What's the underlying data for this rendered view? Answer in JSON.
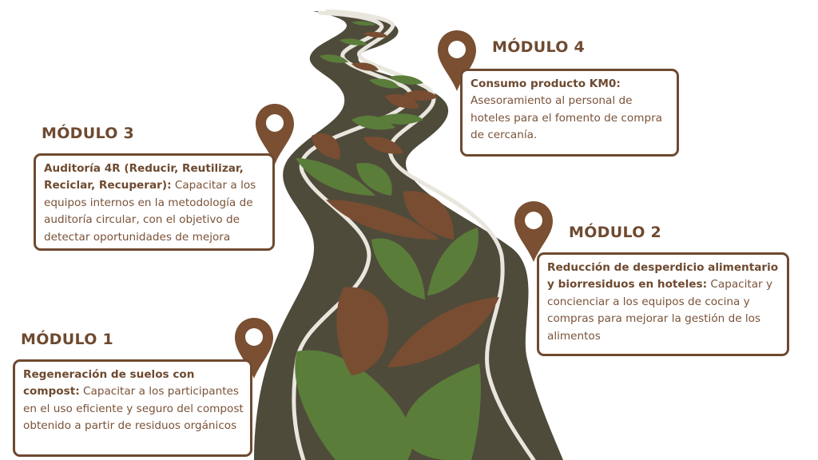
{
  "colors": {
    "brown": "#7a4f32",
    "text_brown": "#6e4a30",
    "road": "#4f4b3b",
    "road_line": "#e9e6de",
    "leaf_green": "#5b7d3a",
    "leaf_brown": "#784d31",
    "background": "#ffffff"
  },
  "modules": [
    {
      "id": 1,
      "title": "MÓDULO 1",
      "lead": "Regeneración de suelos con compost:",
      "body": " Capacitar a los participantes en el uso eficiente y seguro del compost obtenido a partir de residuos orgánicos",
      "icon": "map-pin-icon"
    },
    {
      "id": 2,
      "title": "MÓDULO 2",
      "lead": "Reducción de desperdicio alimentario y biorresiduos en hoteles:",
      "body": " Capacitar y concienciar a los equipos de cocina y compras para mejorar la gestión de los alimentos",
      "icon": "map-pin-icon"
    },
    {
      "id": 3,
      "title": "MÓDULO 3",
      "lead": "Auditoría 4R (Reducir, Reutilizar, Reciclar, Recuperar):",
      "body": " Capacitar a los equipos internos en la metodología de auditoría circular, con el objetivo de detectar oportunidades de mejora",
      "icon": "map-pin-icon"
    },
    {
      "id": 4,
      "title": "MÓDULO 4",
      "lead": "Consumo producto KM0:",
      "body": " Asesoramiento al personal de hoteles para el fomento de compra de cercanía.",
      "icon": "map-pin-icon"
    }
  ],
  "illustration": {
    "name": "winding-road-with-leaves",
    "icon": "road-icon"
  }
}
